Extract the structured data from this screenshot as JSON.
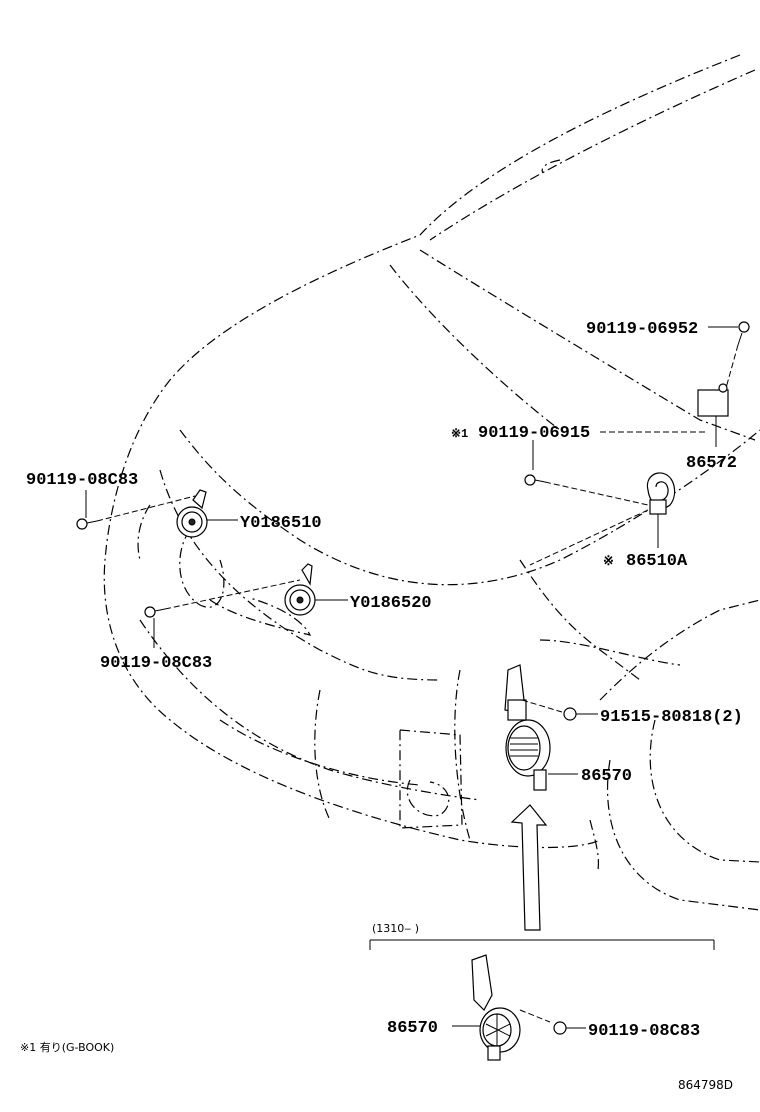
{
  "labels": {
    "bolt_top": "90119-06952",
    "ecu": "86572",
    "note_bolt": "90119-06915",
    "note_mark": "※1",
    "bolt_left_upper": "90119-08C83",
    "horn_high": "Y0186510",
    "horn_low": "Y0186520",
    "bolt_left_lower": "90119-08C83",
    "horn_note": "86510A",
    "horn_note_mark": "※",
    "bolt_right": "91515-80818(2)",
    "speaker": "86570",
    "range_label": "(1310‒    )",
    "speaker_variant": "86570",
    "bolt_variant": "90119-08C83",
    "footnote": "※1  有り(G-BOOK)",
    "diagram_id": "864798D"
  }
}
